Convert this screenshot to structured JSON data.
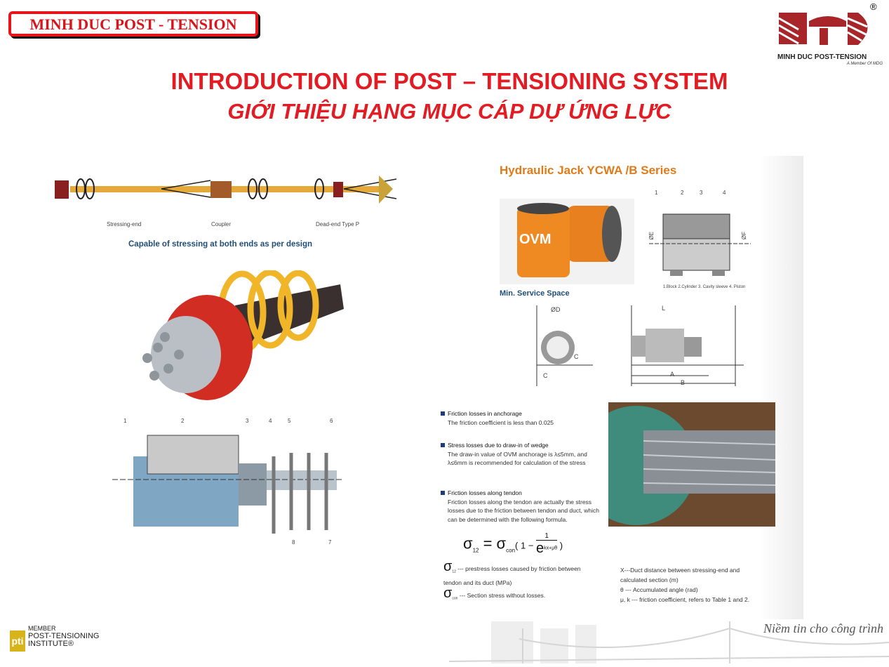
{
  "header": {
    "brand_box": "MINH DUC POST - TENSION",
    "logo_name": "MINH DUC POST-TENSION",
    "logo_tagline": "A Member Of MDG",
    "registered": "®"
  },
  "title": {
    "en": "INTRODUCTION  OF POST – TENSIONING  SYSTEM",
    "vi": "GIỚI THIỆU HẠNG MỤC CÁP DỰ ỨNG LỰC"
  },
  "left": {
    "labels": [
      "Stressing-end",
      "Coupler",
      "Dead-end Type P"
    ],
    "caption": "Capable of stressing at both ends as per design",
    "section_numbers": [
      "1",
      "2",
      "3",
      "4",
      "5",
      "6",
      "7",
      "8"
    ]
  },
  "right": {
    "jack_title": "Hydraulic Jack YCWA /B Series",
    "jack_brand": "OVM",
    "diagram_numbers": [
      "1",
      "2",
      "3",
      "4"
    ],
    "diagram_dims": [
      "ØE",
      "ØF"
    ],
    "diagram_caption": "1.Block  2.Cylinder  3. Cavity sleeve  4. Piston",
    "service_title": "Min. Service Space",
    "service_dims": [
      "ØD",
      "C",
      "C",
      "L",
      "A",
      "B"
    ],
    "bullets": [
      {
        "title": "Friction losses in anchorage",
        "text": "The friction coefficient is less than 0.025"
      },
      {
        "title": "Stress losses due to draw-in of wedge",
        "text": "The draw-in value of OVM anchorage is λ≤5mm, and λ≤6mm is recommended for calculation of the stress"
      },
      {
        "title": "Friction losses along tendon",
        "text": "Friction losses along the tendon are actually the stress losses due to the friction between tendon and duct, which can be determined with the following formula."
      }
    ],
    "formula": {
      "lhs": "σ",
      "lhs_sub": "12",
      "eq": " = σ",
      "con_sub": "con",
      "open": "( 1 − ",
      "num": "1",
      "den": "e",
      "exp": "kx+μθ",
      "close": " )"
    },
    "legend_left": [
      {
        "sym": "σ",
        "sub": "12",
        "text": " --- prestress losses caused by friction between tendon and its duct (MPa)"
      },
      {
        "sym": "σ",
        "sub": "con",
        "text": " --- Section stress without losses."
      }
    ],
    "legend_right": [
      "X---Duct distance between stressing-end and calculated section (m)",
      "θ --- Accumulated angle (rad)",
      "μ, k --- friction coefficient, refers to Table 1 and 2."
    ]
  },
  "footer": {
    "pti_mark": "pti",
    "pti_lines": [
      "MEMBER",
      "POST-TENSIONING",
      "INSTITUTE®"
    ],
    "slogan": "Niềm tin cho công trình"
  }
}
